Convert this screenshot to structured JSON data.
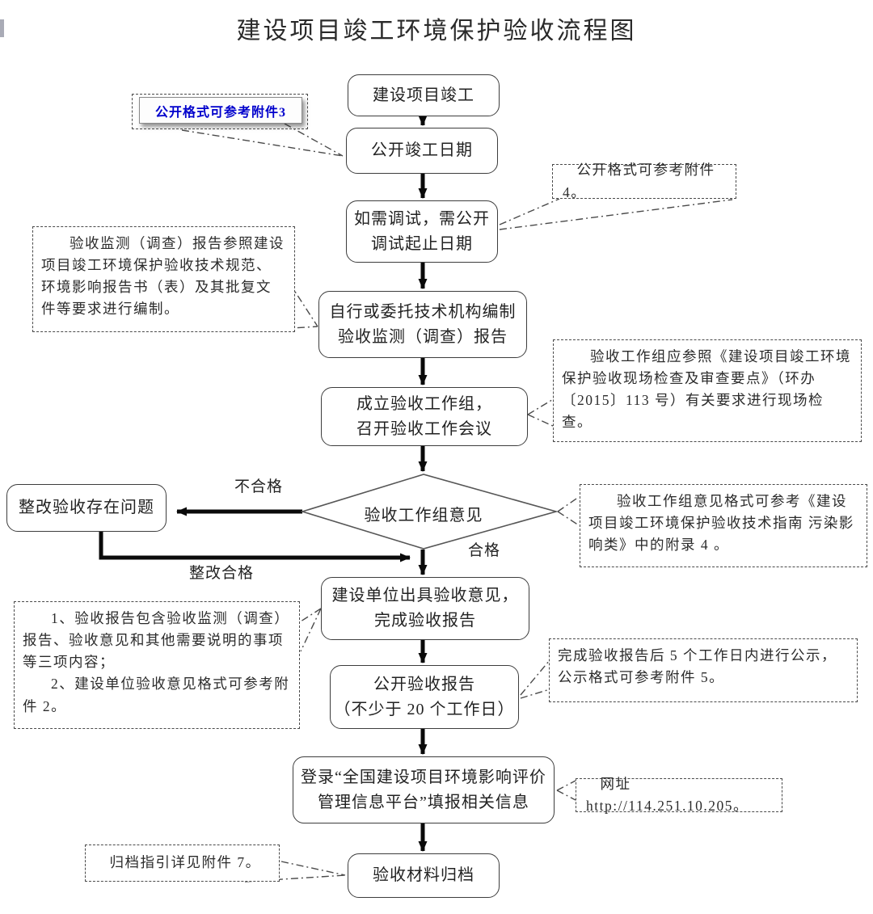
{
  "title": "建设项目竣工环境保护验收流程图",
  "nodes": {
    "start": "建设项目竣工",
    "publish_date": "公开竣工日期",
    "debug": "如需调试，需公开\n调试起止日期",
    "compile_report": "自行或委托技术机构编制\n验收监测（调查）报告",
    "workgroup": "成立验收工作组，\n召开验收工作会议",
    "decision": "验收工作组意见",
    "rectify": "整改验收存在问题",
    "issue_opinion": "建设单位出具验收意见，\n完成验收报告",
    "publish_report": "公开验收报告\n（不少于 20 个工作日）",
    "login_platform": "登录“全国建设项目环境影响评价\n管理信息平台”填报相关信息",
    "archive": "验收材料归档"
  },
  "edge_labels": {
    "fail": "不合格",
    "pass": "合格",
    "rectified": "整改合格"
  },
  "annotations": {
    "a1": "公开格式可参考附件3",
    "a2": "公开格式可参考附件 4。",
    "a3": "验收监测（调查）报告参照建设项目竣工环境保护验收技术规范、环境影响报告书（表）及其批复文件等要求进行编制。",
    "a4": "验收工作组应参照《建设项目竣工环境保护验收现场检查及审查要点》（环办〔2015〕113 号）有关要求进行现场检查。",
    "a5": "验收工作组意见格式可参考《建设项目竣工环境保护验收技术指南 污染影响类》中的附录 4 。",
    "a6_items": [
      "1、验收报告包含验收监测（调查）报告、验收意见和其他需要说明的事项等三项内容；",
      "2、建设单位验收意见格式可参考附件 2。"
    ],
    "a7": "完成验收报告后 5 个工作日内进行公示，公示格式可参考附件 5。",
    "a8": "网址 http://114.251.10.205。",
    "a9": "归档指引详见附件 7。"
  },
  "colors": {
    "highlight_blue": "#0000cc",
    "box_border": "#3d3d3d",
    "arrow_black": "#0a0a0a",
    "dash_line": "#4a4a4a"
  }
}
